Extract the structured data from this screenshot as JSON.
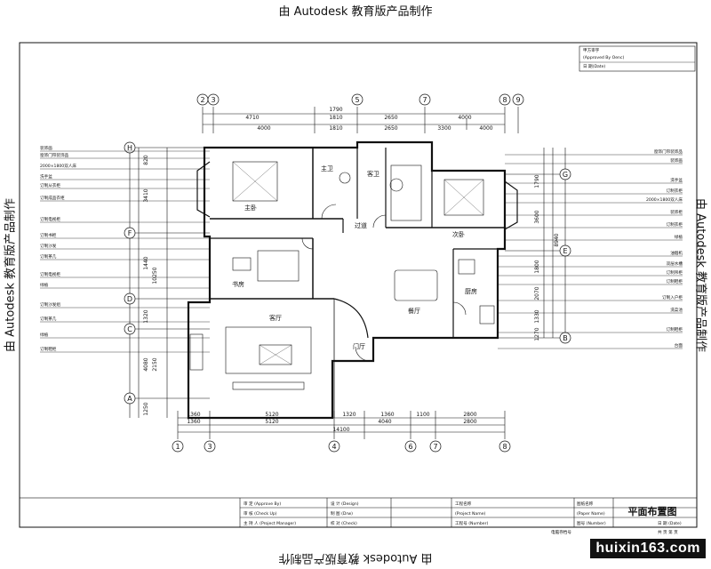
{
  "watermark": "由 Autodesk 教育版产品制作",
  "credit": "huixin163.com",
  "approval_box": {
    "line1": "甲方审字",
    "line2": "(Approved By Oenc)",
    "line3": "日 期(Date)"
  },
  "grid_bubbles": {
    "top": [
      "2",
      "3",
      "5",
      "7",
      "8",
      "9"
    ],
    "bottom": [
      "1",
      "3",
      "4",
      "6",
      "7",
      "8"
    ],
    "left": [
      "H",
      "F",
      "D",
      "C",
      "A"
    ],
    "right": [
      "G",
      "E",
      "B"
    ]
  },
  "dimensions": {
    "top_row1": [
      "4710",
      "1810",
      "2650",
      "4000"
    ],
    "top_row2": [
      "4000",
      "1810",
      "2650",
      "3300",
      "4000"
    ],
    "top_small": "1790",
    "bottom_row1": [
      "1360",
      "5120",
      "1320",
      "1360",
      "1100",
      "2800"
    ],
    "bottom_row2": [
      "1360",
      "5120",
      "4040",
      "2800"
    ],
    "bottom_total": "14100",
    "left_vertical": [
      "820",
      "3410",
      "10250",
      "1440",
      "1320",
      "4080",
      "2150",
      "1250"
    ],
    "right_vertical": [
      "1790",
      "3600",
      "8940",
      "1800",
      "2070",
      "1330",
      "1270"
    ]
  },
  "rooms": {
    "master_bedroom": "主卧",
    "master_bath": "主卫",
    "guest_bath": "客卫",
    "second_bedroom": "次卧",
    "corridor": "过道",
    "study": "书房",
    "living_room": "客厅",
    "dining_room": "餐厅",
    "kitchen": "厨房",
    "entry": "门厅"
  },
  "left_notes": [
    "装饰画",
    "窗饰门帘装饰品",
    "2000×1800双人床",
    "洗手盆",
    "订制从衣柜",
    "订制成品衣柜",
    "订制电视柜",
    "订制书柜",
    "订制沙发",
    "订制茶几",
    "订制电视柜",
    "绿植",
    "订制沙发组",
    "订制茶几",
    "绿植",
    "订制鞋柜"
  ],
  "right_notes": [
    "窗饰门帘装饰品",
    "装饰画",
    "洗手盆",
    "订制衣柜",
    "2000×1800双人床",
    "装饰柜",
    "订制衣柜",
    "绿植",
    "油烟机",
    "双层水槽",
    "订制吊柜",
    "订制鞋柜",
    "订制入户柜",
    "洗菜池",
    "订制鞋柜",
    "台面"
  ],
  "title_block": {
    "rows": [
      [
        "审 定 (Approve By)",
        "设 计 (Design)",
        "工程名称"
      ],
      [
        "审 核 (Check Up)",
        "制 图 (Drw)",
        "(Project Name)"
      ],
      [
        "主 持 人 (Project Manager)",
        "校 对 (Check)",
        "工程号 (Number)"
      ]
    ],
    "right_labels": [
      "图纸名称",
      "(Paper Name)",
      "图号 (Number)",
      "日 期 (Date)"
    ],
    "drawing_title": "平面布置图",
    "footer_left": "电脑存档号",
    "footer_right": "共 页  第 页"
  }
}
